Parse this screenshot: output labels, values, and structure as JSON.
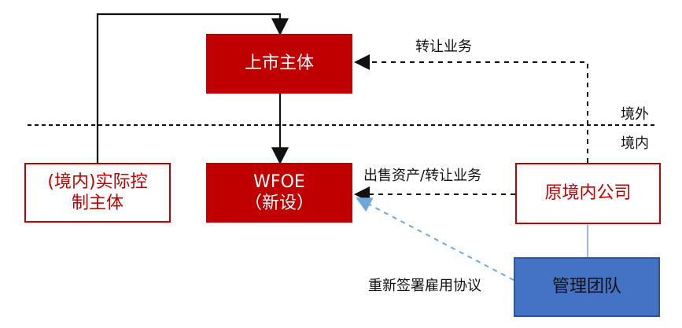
{
  "colors": {
    "primary_red": "#c00000",
    "secondary_blue": "#4472c4",
    "text_dark": "#111111",
    "connector_blue": "#6fa8dc",
    "connector_gray": "#9fb7d6"
  },
  "nodes": {
    "listed_entity": "上市主体",
    "wfoe": "WFOE\n（新设）",
    "domestic_controller": "(境内)实际控\n制主体",
    "original_domestic_company": "原境内公司",
    "management_team": "管理团队"
  },
  "labels": {
    "transfer_business": "转让业务",
    "offshore": "境外",
    "onshore": "境内",
    "sell_assets_transfer_business": "出售资产/转让业务",
    "resign_employment_agreements": "重新签署雇用协议"
  }
}
